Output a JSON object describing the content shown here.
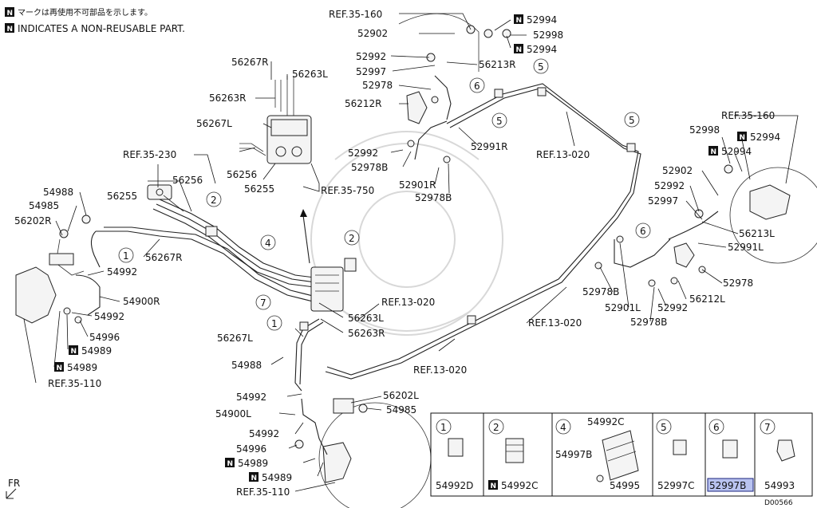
{
  "legend": {
    "n_mark": "N",
    "line_japanese": "マークは再使用不可部品を示します。",
    "line_english": "INDICATES A NON-REUSABLE PART."
  },
  "labels": {
    "ref_35_160_top": "REF.35-160",
    "p52902_top": "52902",
    "p52994_top1": "52994",
    "p52998_top": "52998",
    "p52994_top2": "52994",
    "p56267R_top": "56267R",
    "p56263L_top": "56263L",
    "p56263R_top": "56263R",
    "p56267L_top": "56267L",
    "p52992_top": "52992",
    "p52997_top": "52997",
    "p56213R": "56213R",
    "p52978_top": "52978",
    "p56212R": "56212R",
    "p52992_mid": "52992",
    "p52978B_mid": "52978B",
    "p52991R": "52991R",
    "p52901R": "52901R",
    "p52978B_mid2": "52978B",
    "ref_13_020_a": "REF.13-020",
    "ref_35_230": "REF.35-230",
    "p56256_top": "56256",
    "p56256_mid": "56256",
    "p56255_top": "56255",
    "p56255_mid": "56255",
    "ref_35_750": "REF.35-750",
    "p54988_left": "54988",
    "p54985_left": "54985",
    "p56202R": "56202R",
    "p56267R_mid": "56267R",
    "p54992_left1": "54992",
    "p54900R": "54900R",
    "p54992_left2": "54992",
    "p54996_left": "54996",
    "p54989_left1": "54989",
    "p54989_left2": "54989",
    "ref_35_110_left": "REF.35-110",
    "p56263L_mid": "56263L",
    "p56263R_mid": "56263R",
    "p56267L_mid": "56267L",
    "p54988_mid": "54988",
    "ref_13_020_b": "REF.13-020",
    "ref_13_020_c": "REF.13-020",
    "ref_13_020_d": "REF.13-020",
    "p54992_b1": "54992",
    "p54900L": "54900L",
    "p56202L": "56202L",
    "p54985_b": "54985",
    "p54992_b2": "54992",
    "p54996_b": "54996",
    "p54989_b1": "54989",
    "p54989_b2": "54989",
    "ref_35_110_b": "REF.35-110",
    "ref_35_160_right": "REF.35-160",
    "p52998_right": "52998",
    "p52994_right1": "52994",
    "p52994_right2": "52994",
    "p52902_right": "52902",
    "p52992_right": "52992",
    "p52997_right": "52997",
    "p56213L": "56213L",
    "p52991L": "52991L",
    "p52978_right": "52978",
    "p56212L": "56212L",
    "p52978B_right1": "52978B",
    "p52901L": "52901L",
    "p52992_right2": "52992",
    "p52978B_right2": "52978B",
    "fr": "FR",
    "diagram_code": "D00566"
  },
  "callouts": {
    "c1": "1",
    "c2": "2",
    "c4": "4",
    "c5": "5",
    "c6": "6",
    "c7": "7"
  },
  "parts_table": [
    {
      "num": "1",
      "part": "54992D",
      "nonreusable": false,
      "highlighted": false
    },
    {
      "num": "2",
      "part": "54992C",
      "nonreusable": true,
      "highlighted": false
    },
    {
      "num": "4",
      "part": "54992C",
      "part2": "54997B",
      "part3": "54995",
      "nonreusable": false,
      "highlighted": false
    },
    {
      "num": "5",
      "part": "52997C",
      "nonreusable": false,
      "highlighted": false
    },
    {
      "num": "6",
      "part": "52997B",
      "nonreusable": false,
      "highlighted": true
    },
    {
      "num": "7",
      "part": "54993",
      "nonreusable": false,
      "highlighted": false
    }
  ],
  "colors": {
    "highlight_fill": "#b9c3f0",
    "ink": "#111111"
  }
}
